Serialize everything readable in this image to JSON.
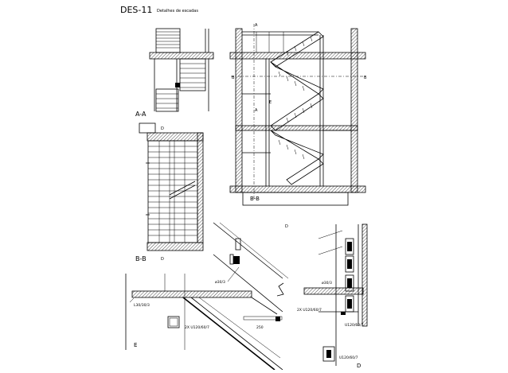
{
  "sheet": {
    "code": "DES-11",
    "title": "Detalhes de escadas"
  },
  "views": {
    "section_aa": {
      "label": "A-A"
    },
    "plan_bb": {
      "label": "B-B",
      "tag_top": "D",
      "tag_bottom": "D"
    },
    "section_bb": {
      "label": "B-B",
      "tag_a_top": "A",
      "tag_a_mid": "A",
      "tag_e": "E",
      "tag_b_left": "B",
      "tag_b_right": "B"
    },
    "detail_e": {
      "label": "E",
      "tag_d": "D",
      "note_angle_top": "ø30/3",
      "note_l": "L30/30/3",
      "note_beam": "2X U120/60/7",
      "dim_250": "250"
    },
    "detail_d": {
      "label": "D",
      "note_angle": "ø30/3",
      "note_beam": "2X U120/60/7",
      "note_u_right": "U120/60/7",
      "note_u_bottom": "U120/60/7"
    }
  }
}
